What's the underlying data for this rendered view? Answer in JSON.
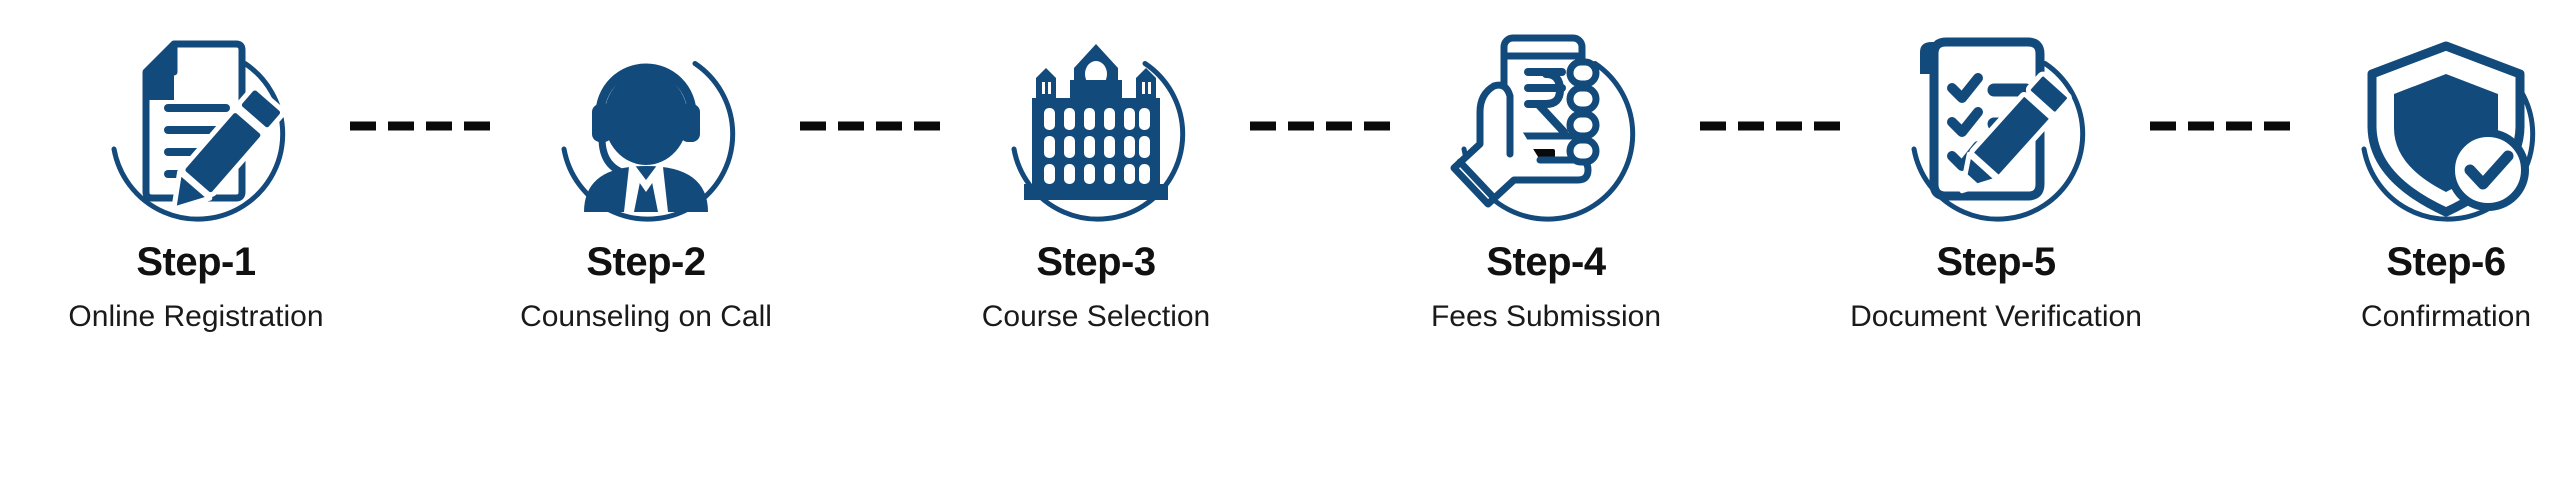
{
  "theme": {
    "brand_blue": "#134a7c",
    "ring_blue": "#13497b",
    "dash_black": "#0a0a0a",
    "title_color": "#111111",
    "caption_color": "#1a1a1a",
    "background": "#ffffff"
  },
  "steps": [
    {
      "id": "step-1",
      "title": "Step-1",
      "caption": "Online Registration",
      "icon": "document-pencil-icon"
    },
    {
      "id": "step-2",
      "title": "Step-2",
      "caption": "Counseling on Call",
      "icon": "headset-agent-icon"
    },
    {
      "id": "step-3",
      "title": "Step-3",
      "caption": "Course Selection",
      "icon": "college-building-icon"
    },
    {
      "id": "step-4",
      "title": "Step-4",
      "caption": "Fees Submission",
      "icon": "hand-phone-rupee-icon"
    },
    {
      "id": "step-5",
      "title": "Step-5",
      "caption": "Document Verification",
      "icon": "checklist-pencil-icon"
    },
    {
      "id": "step-6",
      "title": "Step-6",
      "caption": "Confirmation",
      "icon": "shield-check-icon"
    }
  ],
  "connectors": [
    {
      "id": "connector-1-2",
      "dash_count": 4
    },
    {
      "id": "connector-2-3",
      "dash_count": 4
    },
    {
      "id": "connector-3-4",
      "dash_count": 4
    },
    {
      "id": "connector-4-5",
      "dash_count": 4
    },
    {
      "id": "connector-5-6",
      "dash_count": 4
    }
  ],
  "icon_glyphs": {
    "rupee_symbol": "₹"
  }
}
